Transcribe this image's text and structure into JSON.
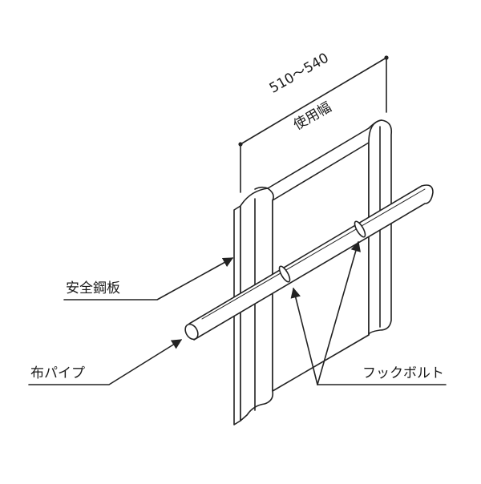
{
  "dimension": {
    "value": "510～540",
    "caption": "使用幅"
  },
  "labels": {
    "steel_plate": "安全鋼板",
    "cloth_pipe": "布パイプ",
    "hook_bolt": "フックボルト"
  },
  "colors": {
    "line": "#222222",
    "fill": "#ffffff"
  }
}
